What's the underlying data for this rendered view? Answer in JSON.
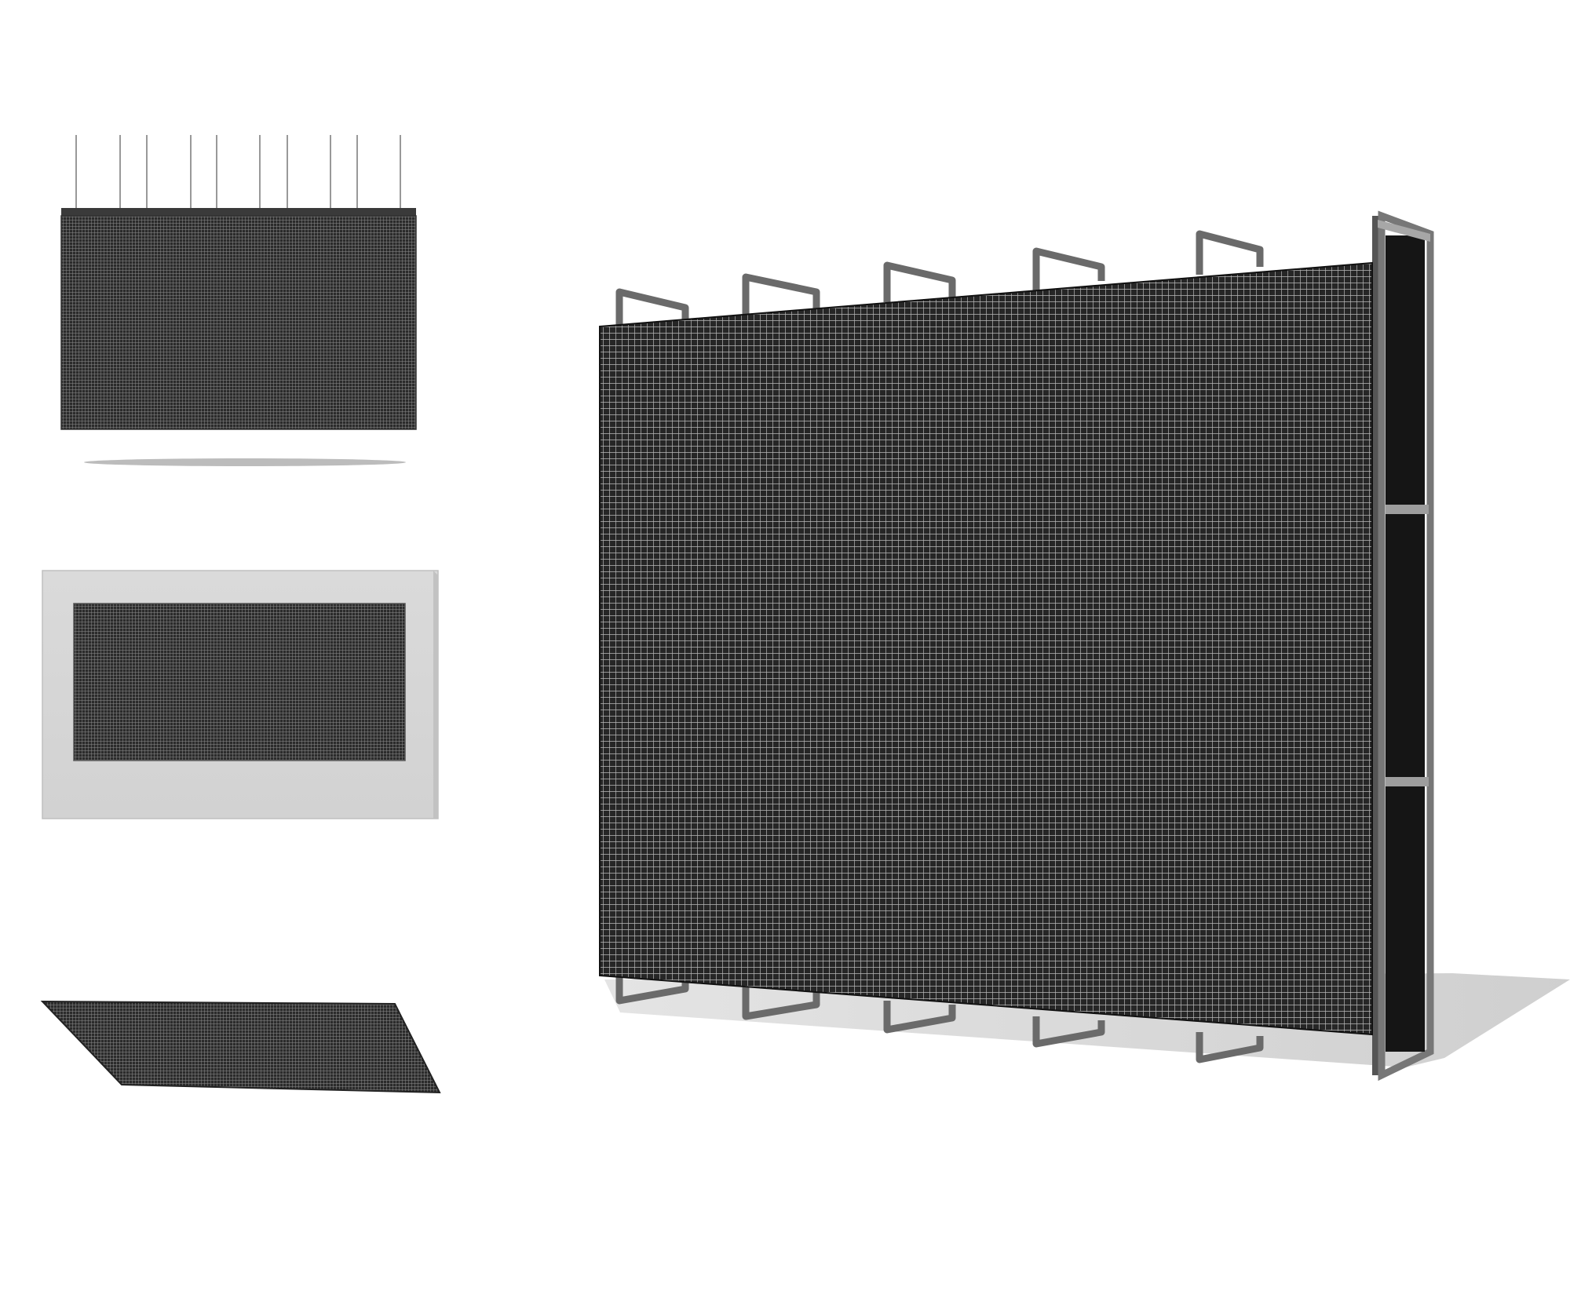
{
  "colors": {
    "background": "#ffffff",
    "led_panel": "#2b2b2b",
    "led_grid_line": "#8e8e8e",
    "frame_dark": "#3f3f3f",
    "frame_light": "#a7a7a7",
    "wall_recess": "#d6d6d6",
    "shadow": "#cfcfcf"
  },
  "views": [
    {
      "id": "hanging",
      "icon": "hanging-led-wall-icon"
    },
    {
      "id": "recessed",
      "icon": "recessed-led-wall-icon"
    },
    {
      "id": "floor",
      "icon": "floor-led-panel-icon"
    },
    {
      "id": "freestanding",
      "icon": "freestanding-led-wall-with-frame-icon"
    }
  ]
}
